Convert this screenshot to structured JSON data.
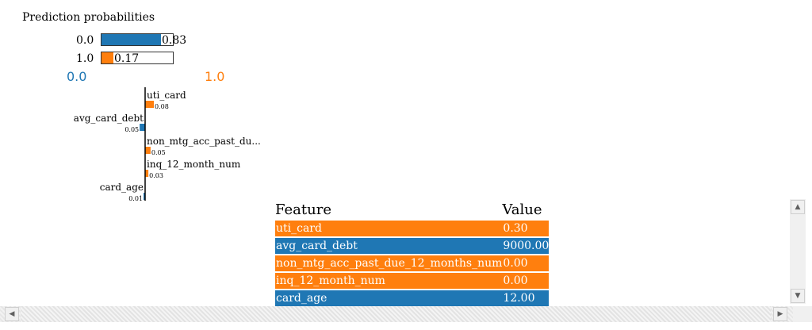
{
  "title": "Prediction probabilities",
  "probabilities": [
    {
      "label": "0.0",
      "value": 0.83,
      "display": "0.83",
      "color": "#1f77b4"
    },
    {
      "label": "1.0",
      "value": 0.17,
      "display": "0.17",
      "color": "#ff7f0e"
    }
  ],
  "side_labels": {
    "left": "0.0",
    "right": "1.0",
    "left_color": "#1f77b4",
    "right_color": "#ff7f0e"
  },
  "chart_data": {
    "type": "bar",
    "orientation": "horizontal",
    "categories": [
      "uti_card",
      "avg_card_debt",
      "non_mtg_acc_past_du...",
      "inq_12_month_num",
      "card_age"
    ],
    "values": [
      0.08,
      -0.05,
      0.05,
      0.03,
      -0.01
    ],
    "value_labels": [
      "0.08",
      "0.05",
      "0.05",
      "0.03",
      "0.01"
    ],
    "colors": {
      "positive": "#ff7f0e",
      "negative": "#1f77b4"
    }
  },
  "table": {
    "headers": [
      "Feature",
      "Value"
    ],
    "rows": [
      {
        "feature": "uti_card",
        "value": "0.30",
        "color": "#ff7f0e"
      },
      {
        "feature": "avg_card_debt",
        "value": "9000.00",
        "color": "#1f77b4"
      },
      {
        "feature": "non_mtg_acc_past_due_12_months_num",
        "value": "0.00",
        "color": "#ff7f0e"
      },
      {
        "feature": "inq_12_month_num",
        "value": "0.00",
        "color": "#ff7f0e"
      },
      {
        "feature": "card_age",
        "value": "12.00",
        "color": "#1f77b4"
      }
    ]
  },
  "scrollbars": {
    "up_icon": "triangle-up",
    "down_icon": "triangle-down",
    "left_icon": "triangle-left",
    "right_icon": "triangle-right"
  }
}
